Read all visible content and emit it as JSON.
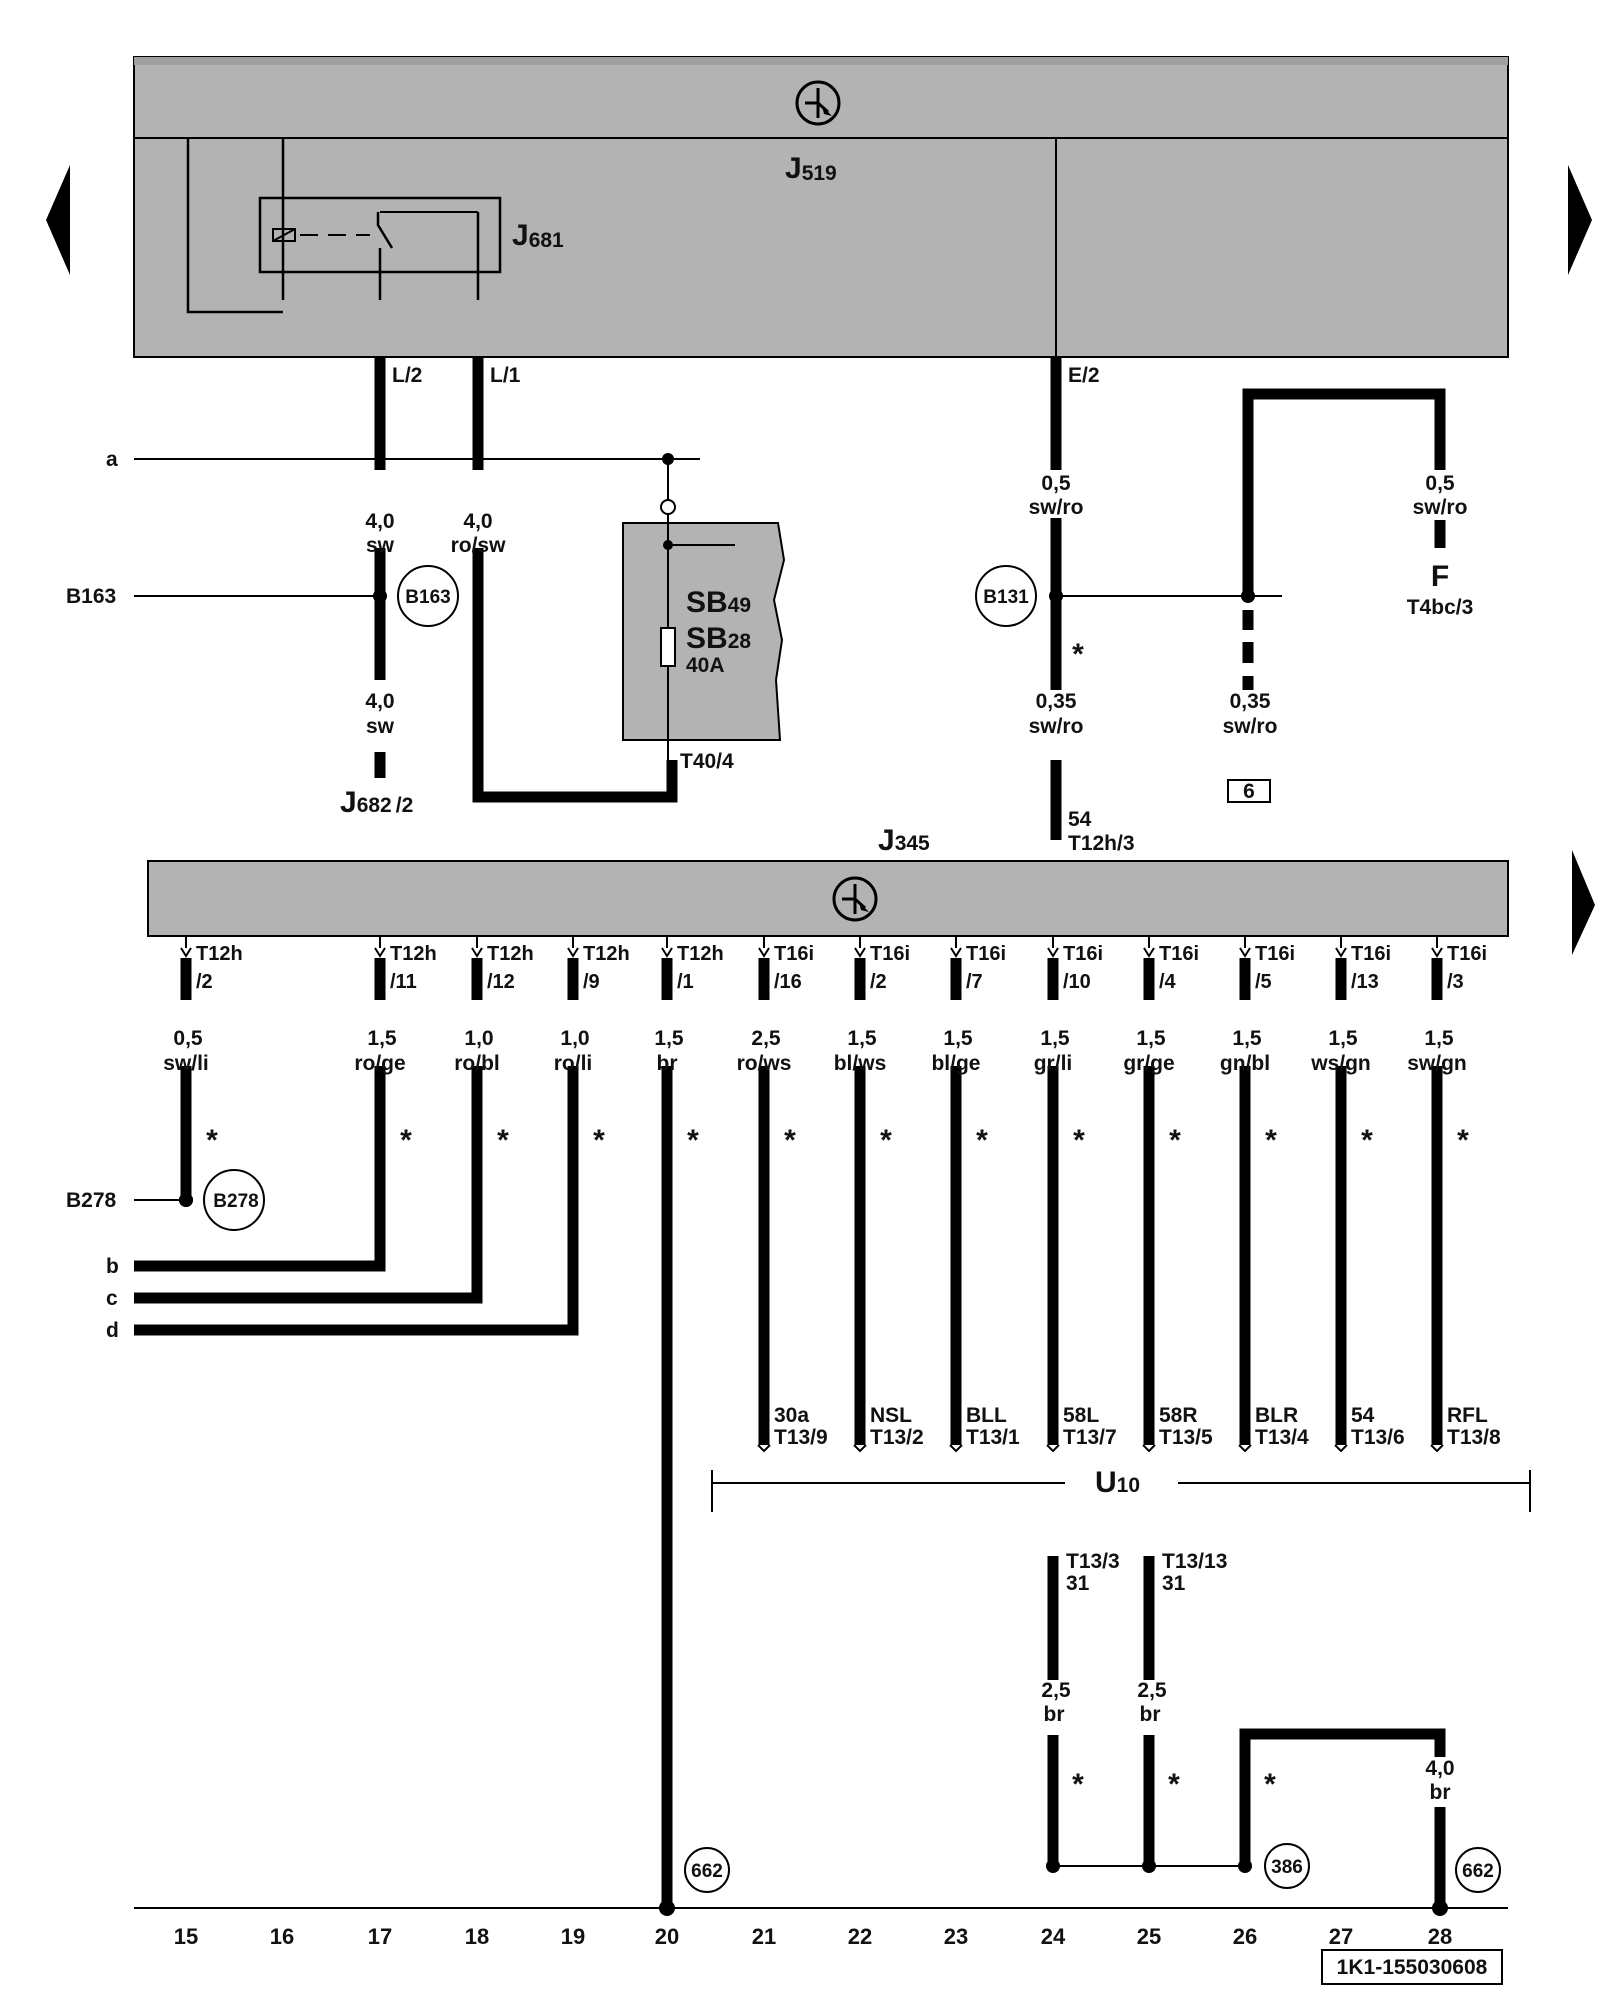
{
  "components": {
    "j519": {
      "main": "J",
      "sub": "519"
    },
    "j681": {
      "main": "J",
      "sub": "681"
    },
    "j345": {
      "main": "J",
      "sub": "345"
    },
    "j682": {
      "main": "J",
      "sub": "682",
      "pin": "/2"
    },
    "u10": {
      "main": "U",
      "sub": "10"
    },
    "fuse": {
      "sb49_main": "SB",
      "sb49_sub": "49",
      "sb28_main": "SB",
      "sb28_sub": "28",
      "rating": "40A",
      "terminal": "T40/4"
    },
    "f": {
      "label": "F",
      "terminal": "T4bc/3"
    }
  },
  "connectors": {
    "l2": "L/2",
    "l1": "L/1",
    "e2": "E/2",
    "t12h3_a": "54",
    "t12h3_b": "T12h/3"
  },
  "wires_top": {
    "l2_size": "4,0",
    "l2_color": "sw",
    "l1_size": "4,0",
    "l1_color": "ro/sw",
    "j682_size": "4,0",
    "j682_color": "sw",
    "e2_size": "0,5",
    "e2_color": "sw/ro",
    "f_size": "0,5",
    "f_color": "sw/ro",
    "e2_low_size": "0,35",
    "e2_low_color": "sw/ro",
    "br6_size": "0,35",
    "br6_color": "sw/ro",
    "box6": "6",
    "asterisk": "*"
  },
  "side_labels": {
    "a": "a",
    "b163": "B163",
    "b278": "B278",
    "b": "b",
    "c": "c",
    "d": "d"
  },
  "nodes": {
    "b163": "B163",
    "b131": "B131",
    "b278": "B278",
    "n662a": "662",
    "n386": "386",
    "n662b": "662"
  },
  "pins": [
    {
      "conn": "T12h",
      "pin": "/2",
      "size": "0,5",
      "color": "sw/li",
      "term_a": "",
      "term_b": ""
    },
    {
      "conn": "T12h",
      "pin": "/11",
      "size": "1,5",
      "color": "ro/ge",
      "term_a": "",
      "term_b": ""
    },
    {
      "conn": "T12h",
      "pin": "/12",
      "size": "1,0",
      "color": "ro/bl",
      "term_a": "",
      "term_b": ""
    },
    {
      "conn": "T12h",
      "pin": "/9",
      "size": "1,0",
      "color": "ro/li",
      "term_a": "",
      "term_b": ""
    },
    {
      "conn": "T12h",
      "pin": "/1",
      "size": "1,5",
      "color": "br",
      "term_a": "",
      "term_b": ""
    },
    {
      "conn": "T16i",
      "pin": "/16",
      "size": "2,5",
      "color": "ro/ws",
      "term_a": "30a",
      "term_b": "T13/9"
    },
    {
      "conn": "T16i",
      "pin": "/2",
      "size": "1,5",
      "color": "bl/ws",
      "term_a": "NSL",
      "term_b": "T13/2"
    },
    {
      "conn": "T16i",
      "pin": "/7",
      "size": "1,5",
      "color": "bl/ge",
      "term_a": "BLL",
      "term_b": "T13/1"
    },
    {
      "conn": "T16i",
      "pin": "/10",
      "size": "1,5",
      "color": "gr/li",
      "term_a": "58L",
      "term_b": "T13/7"
    },
    {
      "conn": "T16i",
      "pin": "/4",
      "size": "1,5",
      "color": "gr/ge",
      "term_a": "58R",
      "term_b": "T13/5"
    },
    {
      "conn": "T16i",
      "pin": "/5",
      "size": "1,5",
      "color": "gn/bl",
      "term_a": "BLR",
      "term_b": "T13/4"
    },
    {
      "conn": "T16i",
      "pin": "/13",
      "size": "1,5",
      "color": "ws/gn",
      "term_a": "54",
      "term_b": "T13/6"
    },
    {
      "conn": "T16i",
      "pin": "/3",
      "size": "1,5",
      "color": "sw/gn",
      "term_a": "RFL",
      "term_b": "T13/8"
    }
  ],
  "ground": {
    "t13_3": "T13/3",
    "t13_3_term": "31",
    "t13_13": "T13/13",
    "t13_13_term": "31",
    "w24_size": "2,5",
    "w24_color": "br",
    "w25_size": "2,5",
    "w25_color": "br",
    "w28_size": "4,0",
    "w28_color": "br"
  },
  "columns": [
    "15",
    "16",
    "17",
    "18",
    "19",
    "20",
    "21",
    "22",
    "23",
    "24",
    "25",
    "26",
    "27",
    "28"
  ],
  "footer_code": "1K1-155030608",
  "colors": {
    "component_fill": "#b3b3b3",
    "wire": "#000000"
  }
}
